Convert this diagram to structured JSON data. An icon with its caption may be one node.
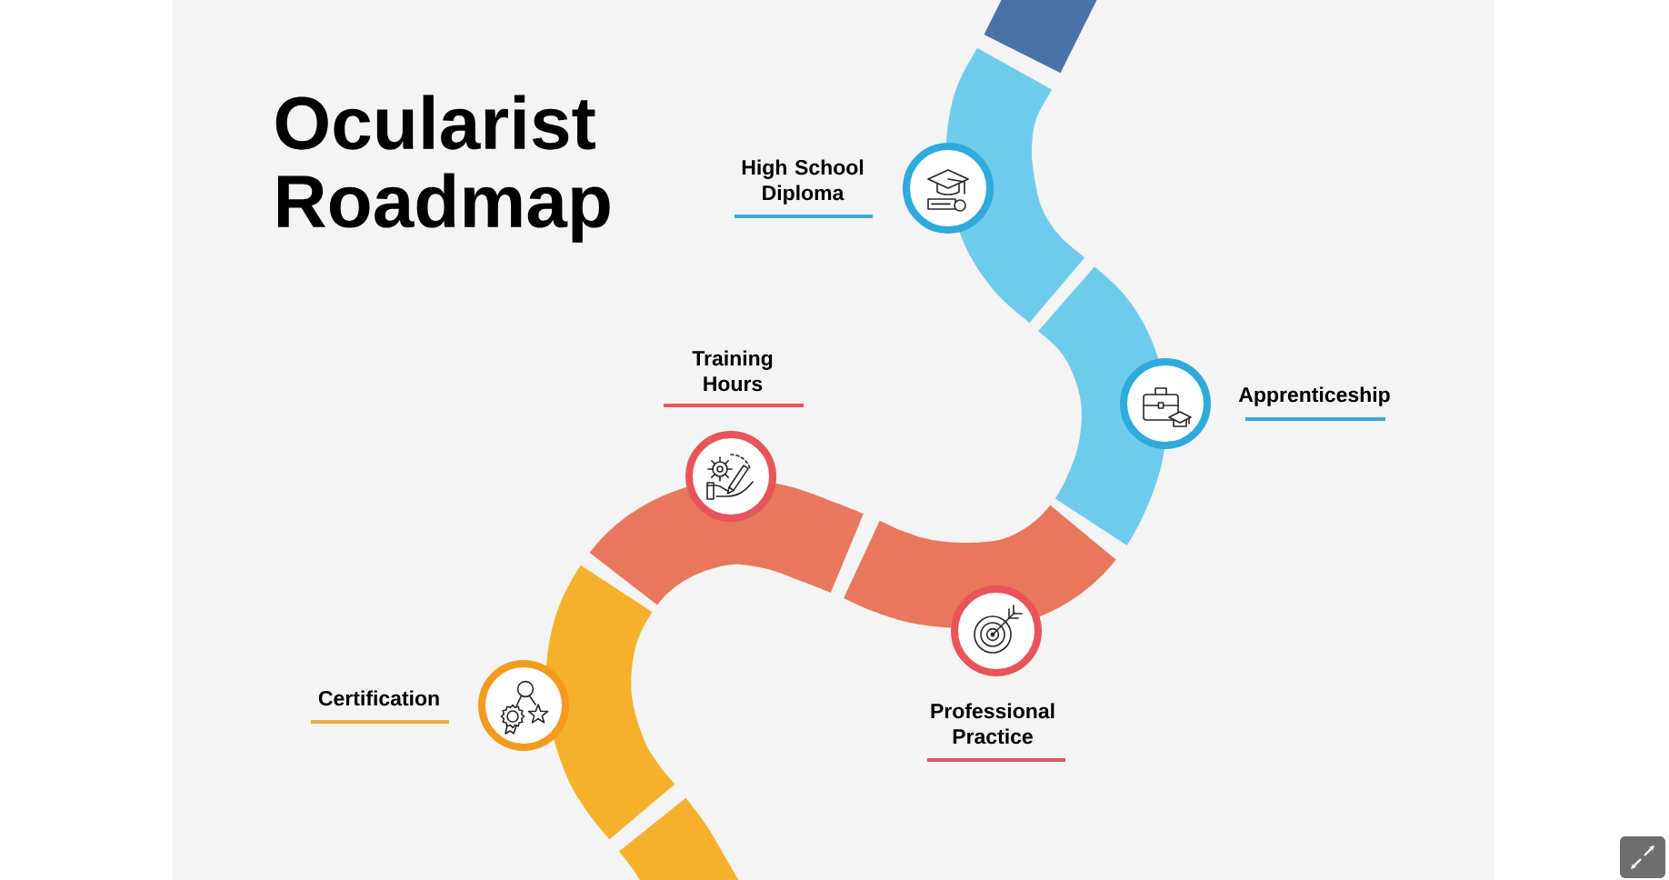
{
  "diagram": {
    "title": "Ocularist Roadmap",
    "nodes": [
      {
        "text": [],
        "shape": "circle",
        "beside": [
          "High School Diploma"
        ]
      },
      {
        "text": [],
        "shape": "circle",
        "beside": [
          "Apprenticeship"
        ]
      },
      {
        "text": [],
        "shape": "circle",
        "beside": [
          "Professional Practice"
        ]
      },
      {
        "text": [],
        "shape": "circle",
        "beside": [
          "Training Hours"
        ]
      },
      {
        "text": [],
        "shape": "circle",
        "beside": [
          "Certification"
        ]
      },
      {
        "text": [],
        "shape": "band"
      },
      {
        "text": [],
        "shape": "band"
      },
      {
        "text": [],
        "shape": "band"
      },
      {
        "text": [],
        "shape": "band"
      },
      {
        "text": [],
        "shape": "band"
      },
      {
        "text": [],
        "shape": "band"
      },
      {
        "text": [],
        "shape": "band"
      }
    ]
  }
}
